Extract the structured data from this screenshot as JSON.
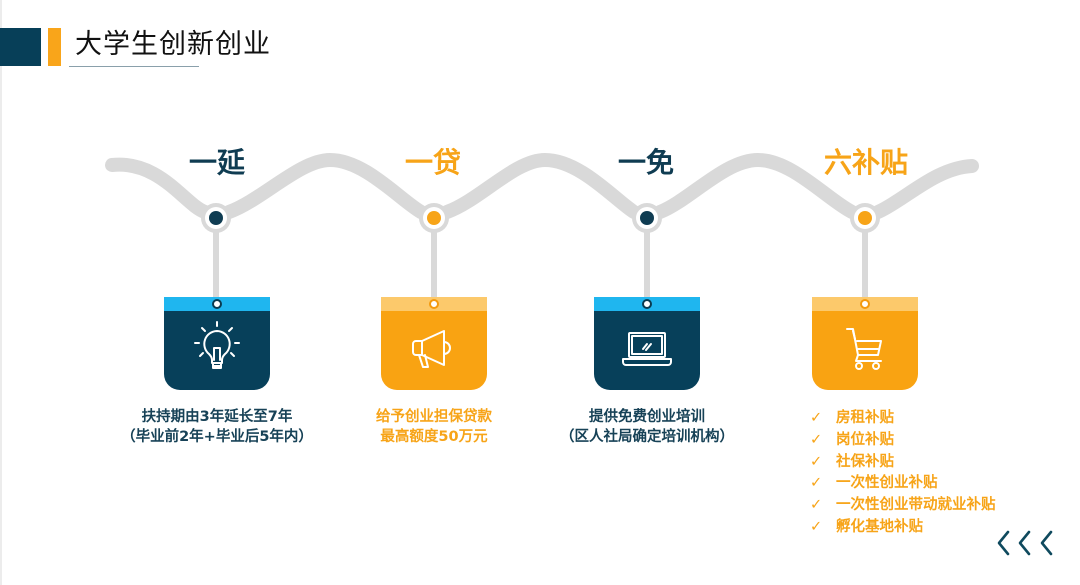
{
  "header": {
    "title": "大学生创新创业"
  },
  "colors": {
    "navy": "#07405a",
    "orange": "#f9a312",
    "light_blue": "#1fb6ef",
    "light_orange": "#fcc96b",
    "wave_gray": "#d9d9d9"
  },
  "timeline": [
    {
      "heading": "一延",
      "color": "navy",
      "icon": "lightbulb-icon",
      "lines": [
        "扶持期由3年延长至7年",
        "（毕业前2年+毕业后5年内）"
      ]
    },
    {
      "heading": "一贷",
      "color": "orange",
      "icon": "megaphone-icon",
      "lines": [
        "给予创业担保贷款",
        "最高额度50万元"
      ]
    },
    {
      "heading": "一免",
      "color": "navy",
      "icon": "laptop-icon",
      "lines": [
        "提供免费创业培训",
        "（区人社局确定培训机构）"
      ]
    },
    {
      "heading": "六补贴",
      "color": "orange",
      "icon": "shopping-cart-icon",
      "subsidies": [
        {
          "check": "✓",
          "label": "房租补贴"
        },
        {
          "check": "✓",
          "label": "岗位补贴"
        },
        {
          "check": "✓",
          "label": "社保补贴"
        },
        {
          "check": "✓",
          "label": "一次性创业补贴"
        },
        {
          "check": "✓",
          "label": "一次性创业带动就业补贴"
        },
        {
          "check": "✓",
          "label": "孵化基地补贴"
        }
      ]
    }
  ],
  "nav": {
    "chevrons": "<<<"
  }
}
